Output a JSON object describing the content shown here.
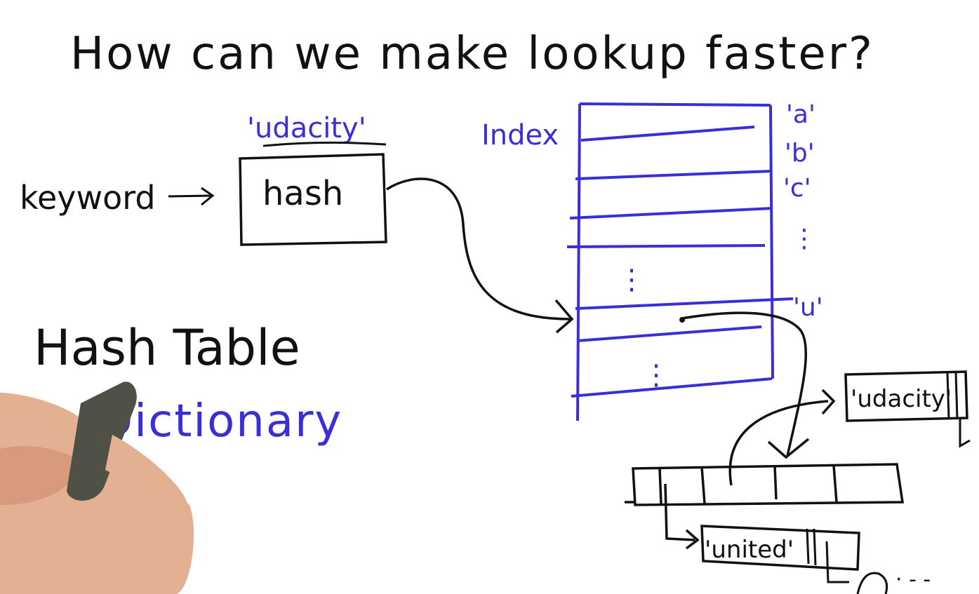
{
  "title": "How can we make lookup faster?",
  "left": {
    "keyword_label": "keyword",
    "example_key": "'udacity'",
    "hash_box_label": "hash",
    "term_primary": "Hash Table",
    "term_alias": "Dictionary"
  },
  "index": {
    "label": "Index",
    "bucket_labels": [
      "'a'",
      "'b'",
      "'c'",
      "'u'"
    ],
    "ellipsis": "⋮"
  },
  "chain": {
    "entry_1": "'udacity'",
    "entry_2": "'united'",
    "trailing": "· - -"
  },
  "colors": {
    "ink": "#111111",
    "marker_blue": "#3a2fd6",
    "background": "#ffffff"
  }
}
